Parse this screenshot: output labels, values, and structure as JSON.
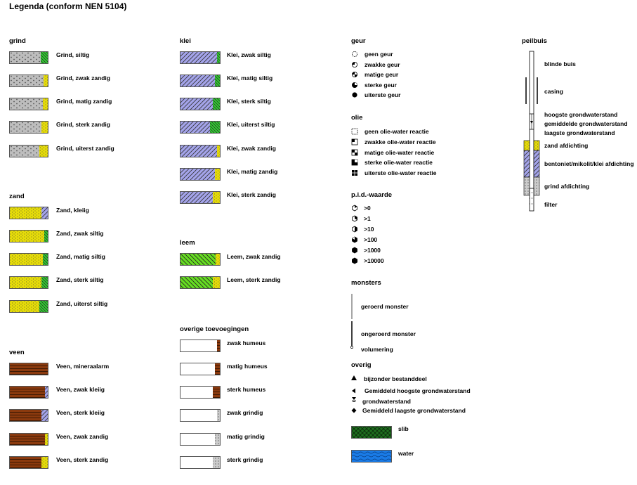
{
  "title": "Legenda (conform NEN 5104)",
  "colors": {
    "grind": "#bdbdbd",
    "zand": "#e6dc0a",
    "klei": "#a4a4ea",
    "silt": "#33cc33",
    "leem": "#66dd22",
    "veen": "#8b3a0e",
    "slib": "#1e6e1e",
    "water": "#1a7be6"
  },
  "grind": {
    "header": "grind",
    "items": [
      "Grind, siltig",
      "Grind, zwak zandig",
      "Grind, matig zandig",
      "Grind, sterk zandig",
      "Grind, uiterst zandig"
    ]
  },
  "zand": {
    "header": "zand",
    "items": [
      "Zand, kleiig",
      "Zand, zwak siltig",
      "Zand, matig siltig",
      "Zand, sterk siltig",
      "Zand, uiterst siltig"
    ]
  },
  "veen": {
    "header": "veen",
    "items": [
      "Veen, mineraalarm",
      "Veen, zwak kleiig",
      "Veen, sterk kleiig",
      "Veen, zwak zandig",
      "Veen, sterk zandig"
    ]
  },
  "klei": {
    "header": "klei",
    "items": [
      "Klei, zwak siltig",
      "Klei, matig siltig",
      "Klei, sterk siltig",
      "Klei, uiterst siltig",
      "Klei, zwak zandig",
      "Klei, matig zandig",
      "Klei, sterk zandig"
    ]
  },
  "leem": {
    "header": "leem",
    "items": [
      "Leem, zwak zandig",
      "Leem, sterk zandig"
    ]
  },
  "overige": {
    "header": "overige toevoegingen",
    "items": [
      "zwak humeus",
      "matig humeus",
      "sterk humeus",
      "zwak grindig",
      "matig grindig",
      "sterk grindig"
    ]
  },
  "geur": {
    "header": "geur",
    "items": [
      "geen geur",
      "zwakke geur",
      "matige geur",
      "sterke geur",
      "uiterste geur"
    ]
  },
  "olie": {
    "header": "olie",
    "items": [
      "geen olie-water reactie",
      "zwakke olie-water reactie",
      "matige olie-water reactie",
      "sterke olie-water reactie",
      "uiterste olie-water reactie"
    ]
  },
  "pid": {
    "header": "p.i.d.-waarde",
    "items": [
      ">0",
      ">1",
      ">10",
      ">100",
      ">1000",
      ">10000"
    ]
  },
  "monsters": {
    "header": "monsters",
    "items": [
      "geroerd monster",
      "ongeroerd monster",
      "volumering"
    ]
  },
  "overig": {
    "header": "overig",
    "items": [
      "bijzonder bestanddeel",
      "Gemiddeld hoogste grondwaterstand",
      "grondwaterstand",
      "Gemiddeld laagste grondwaterstand",
      "slib",
      "water"
    ]
  },
  "peilbuis": {
    "header": "peilbuis",
    "items": [
      "blinde buis",
      "casing",
      "hoogste grondwaterstand",
      "gemiddelde grondwaterstand",
      "laagste grondwaterstand",
      "zand afdichting",
      "bentoniet/mikolit/klei afdichting",
      "grind afdichting",
      "filter"
    ]
  }
}
